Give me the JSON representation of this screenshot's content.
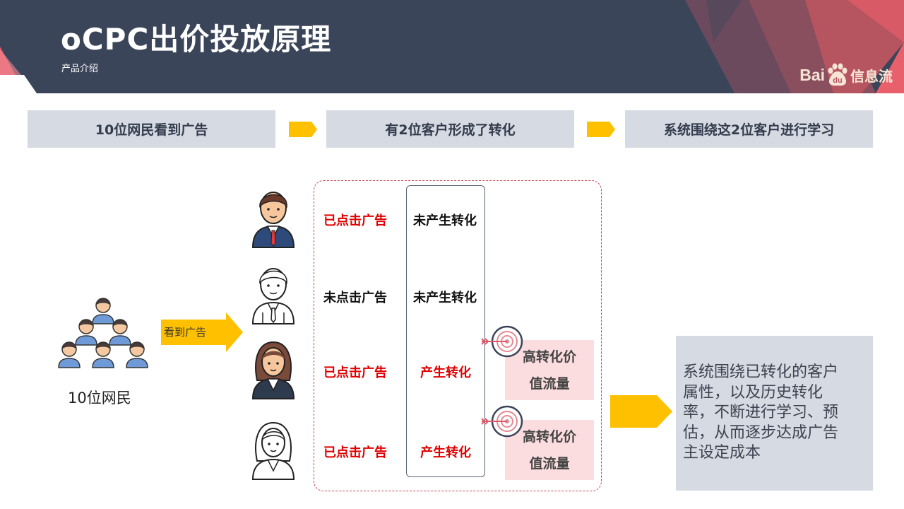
{
  "header": {
    "title": "oCPC出价投放原理",
    "subtitle": "产品介绍",
    "logo": {
      "part1": "Bai",
      "paw_text": "du",
      "part2": "信息流"
    }
  },
  "steps": [
    {
      "label": "10位网民看到广告"
    },
    {
      "label": "有2位客户形成了转化"
    },
    {
      "label": "系统围绕这2位客户进行学习"
    }
  ],
  "crowd": {
    "label": "10位网民"
  },
  "see_arrow": {
    "label": "看到广告"
  },
  "rows": [
    {
      "click": "已点击广告",
      "conversion": "未产生转化"
    },
    {
      "click": "未点击广告",
      "conversion": "未产生转化"
    },
    {
      "click": "已点击广告",
      "conversion": "产生转化",
      "value": [
        "高转化价",
        "值流量"
      ]
    },
    {
      "click": "已点击广告",
      "conversion": "产生转化",
      "value": [
        "高转化价",
        "值流量"
      ]
    }
  ],
  "summary": {
    "lines": [
      "系统围绕已转化的客户",
      "属性，以及历史转化",
      "率，不断进行学习、预",
      "估，从而逐步达成广告",
      "主设定成本"
    ]
  },
  "colors": {
    "header_bg": "#3b4559",
    "accent_red": "#e00000",
    "arrow_yellow": "#ffc000",
    "panel_gray": "#d6dae2",
    "value_pink": "#fbdcdf"
  },
  "icons": [
    "person-group-icon",
    "businessman-icon",
    "target-icon",
    "arrow-right-icon",
    "baidu-paw-icon"
  ]
}
